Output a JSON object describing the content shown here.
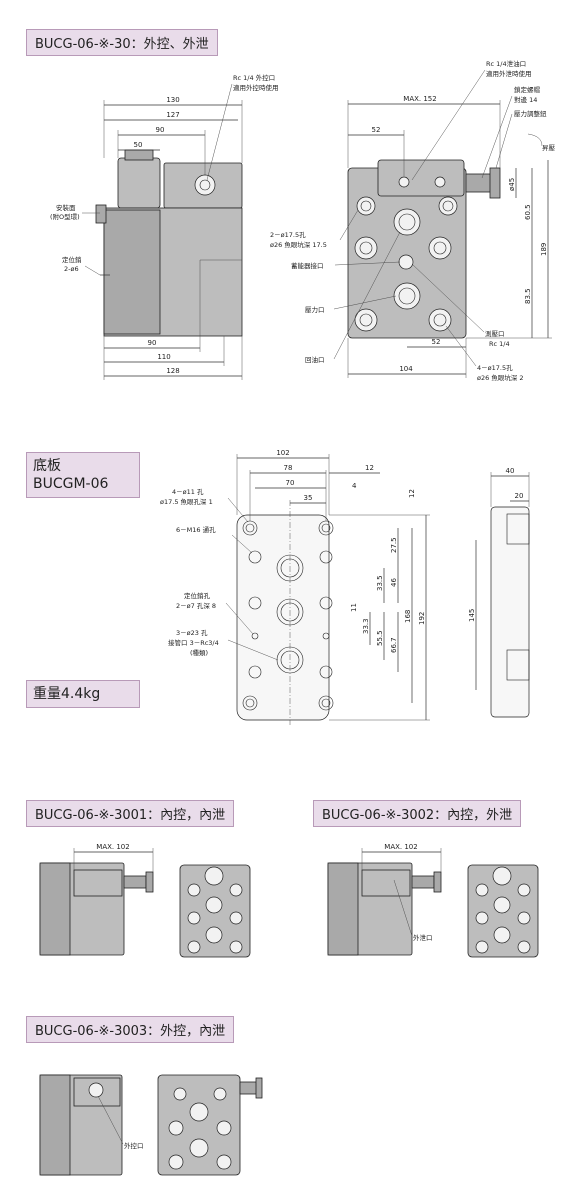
{
  "sections": {
    "main": {
      "title": "BUCG-06-※-30：外控、外泄"
    },
    "base": {
      "title_line1": "底板",
      "title_line2": "BUCGM-06",
      "weight": "重量4.4kg"
    },
    "v3001": {
      "title": "BUCG-06-※-3001：內控，內泄"
    },
    "v3002": {
      "title": "BUCG-06-※-3002：內控，外泄"
    },
    "v3003": {
      "title": "BUCG-06-※-3003：外控，內泄"
    }
  },
  "main_drawing": {
    "labels": {
      "ext_pilot": "Rc 1/4 外控口",
      "ext_pilot_note": "適用外控時使用",
      "drain": "Rc 1/4泄油口",
      "drain_note": "適用外泄時使用",
      "lock_nut": "鎖定螺帽",
      "wrench": "對邊 14",
      "pressure_knob": "壓力調整鈕",
      "raise": "昇壓",
      "mount_face": "安裝面",
      "oring": "(附O型環)",
      "locating_pin": "定位銷",
      "locating_pin_qty": "2-ø6",
      "holes_2": "2－ø17.5孔",
      "holes_2_cb": "ø26 魚眼坑深 17.5",
      "accumulator": "蓄能器接口",
      "pressure_port": "壓力口",
      "return_port": "回油口",
      "vent_port": "測壓口",
      "vent_size": "Rc 1/4",
      "holes_4": "4－ø17.5孔",
      "holes_4_cb": "ø26 魚眼坑深 2"
    },
    "dims": {
      "d130": "130",
      "d127": "127",
      "d90a": "90",
      "d50": "50",
      "d90b": "90",
      "d110": "110",
      "d128": "128",
      "max152": "MAX. 152",
      "d52a": "52",
      "d52b": "52",
      "d104": "104",
      "d45": "ø45",
      "d605": "60.5",
      "d189": "189",
      "d835": "83.5"
    }
  },
  "base_drawing": {
    "labels": {
      "h4": "4－ø11 孔",
      "h4_cb": "ø17.5 魚眼孔深 1",
      "m16": "6－M16 通孔",
      "pin": "定位銷孔",
      "pin_q": "2－ø7 孔深 8",
      "h3": "3－ø23 孔",
      "pipe": "接管口 3－Rc3/4",
      "pipe_note": "(種類)"
    },
    "dims": {
      "d102": "102",
      "d78": "78",
      "d70": "70",
      "d35": "35",
      "d12a": "12",
      "d4": "4",
      "d12b": "12",
      "d275": "27.5",
      "d335": "33.5",
      "d46": "46",
      "d11": "11",
      "d333": "33.3",
      "d555": "55.5",
      "d667": "66.7",
      "d168": "168",
      "d192": "192",
      "d40": "40",
      "d20": "20",
      "d145": "145"
    }
  },
  "small_drawings": {
    "max102": "MAX. 102",
    "ext_drain": "外泄口",
    "ext_pilot": "外控口"
  }
}
